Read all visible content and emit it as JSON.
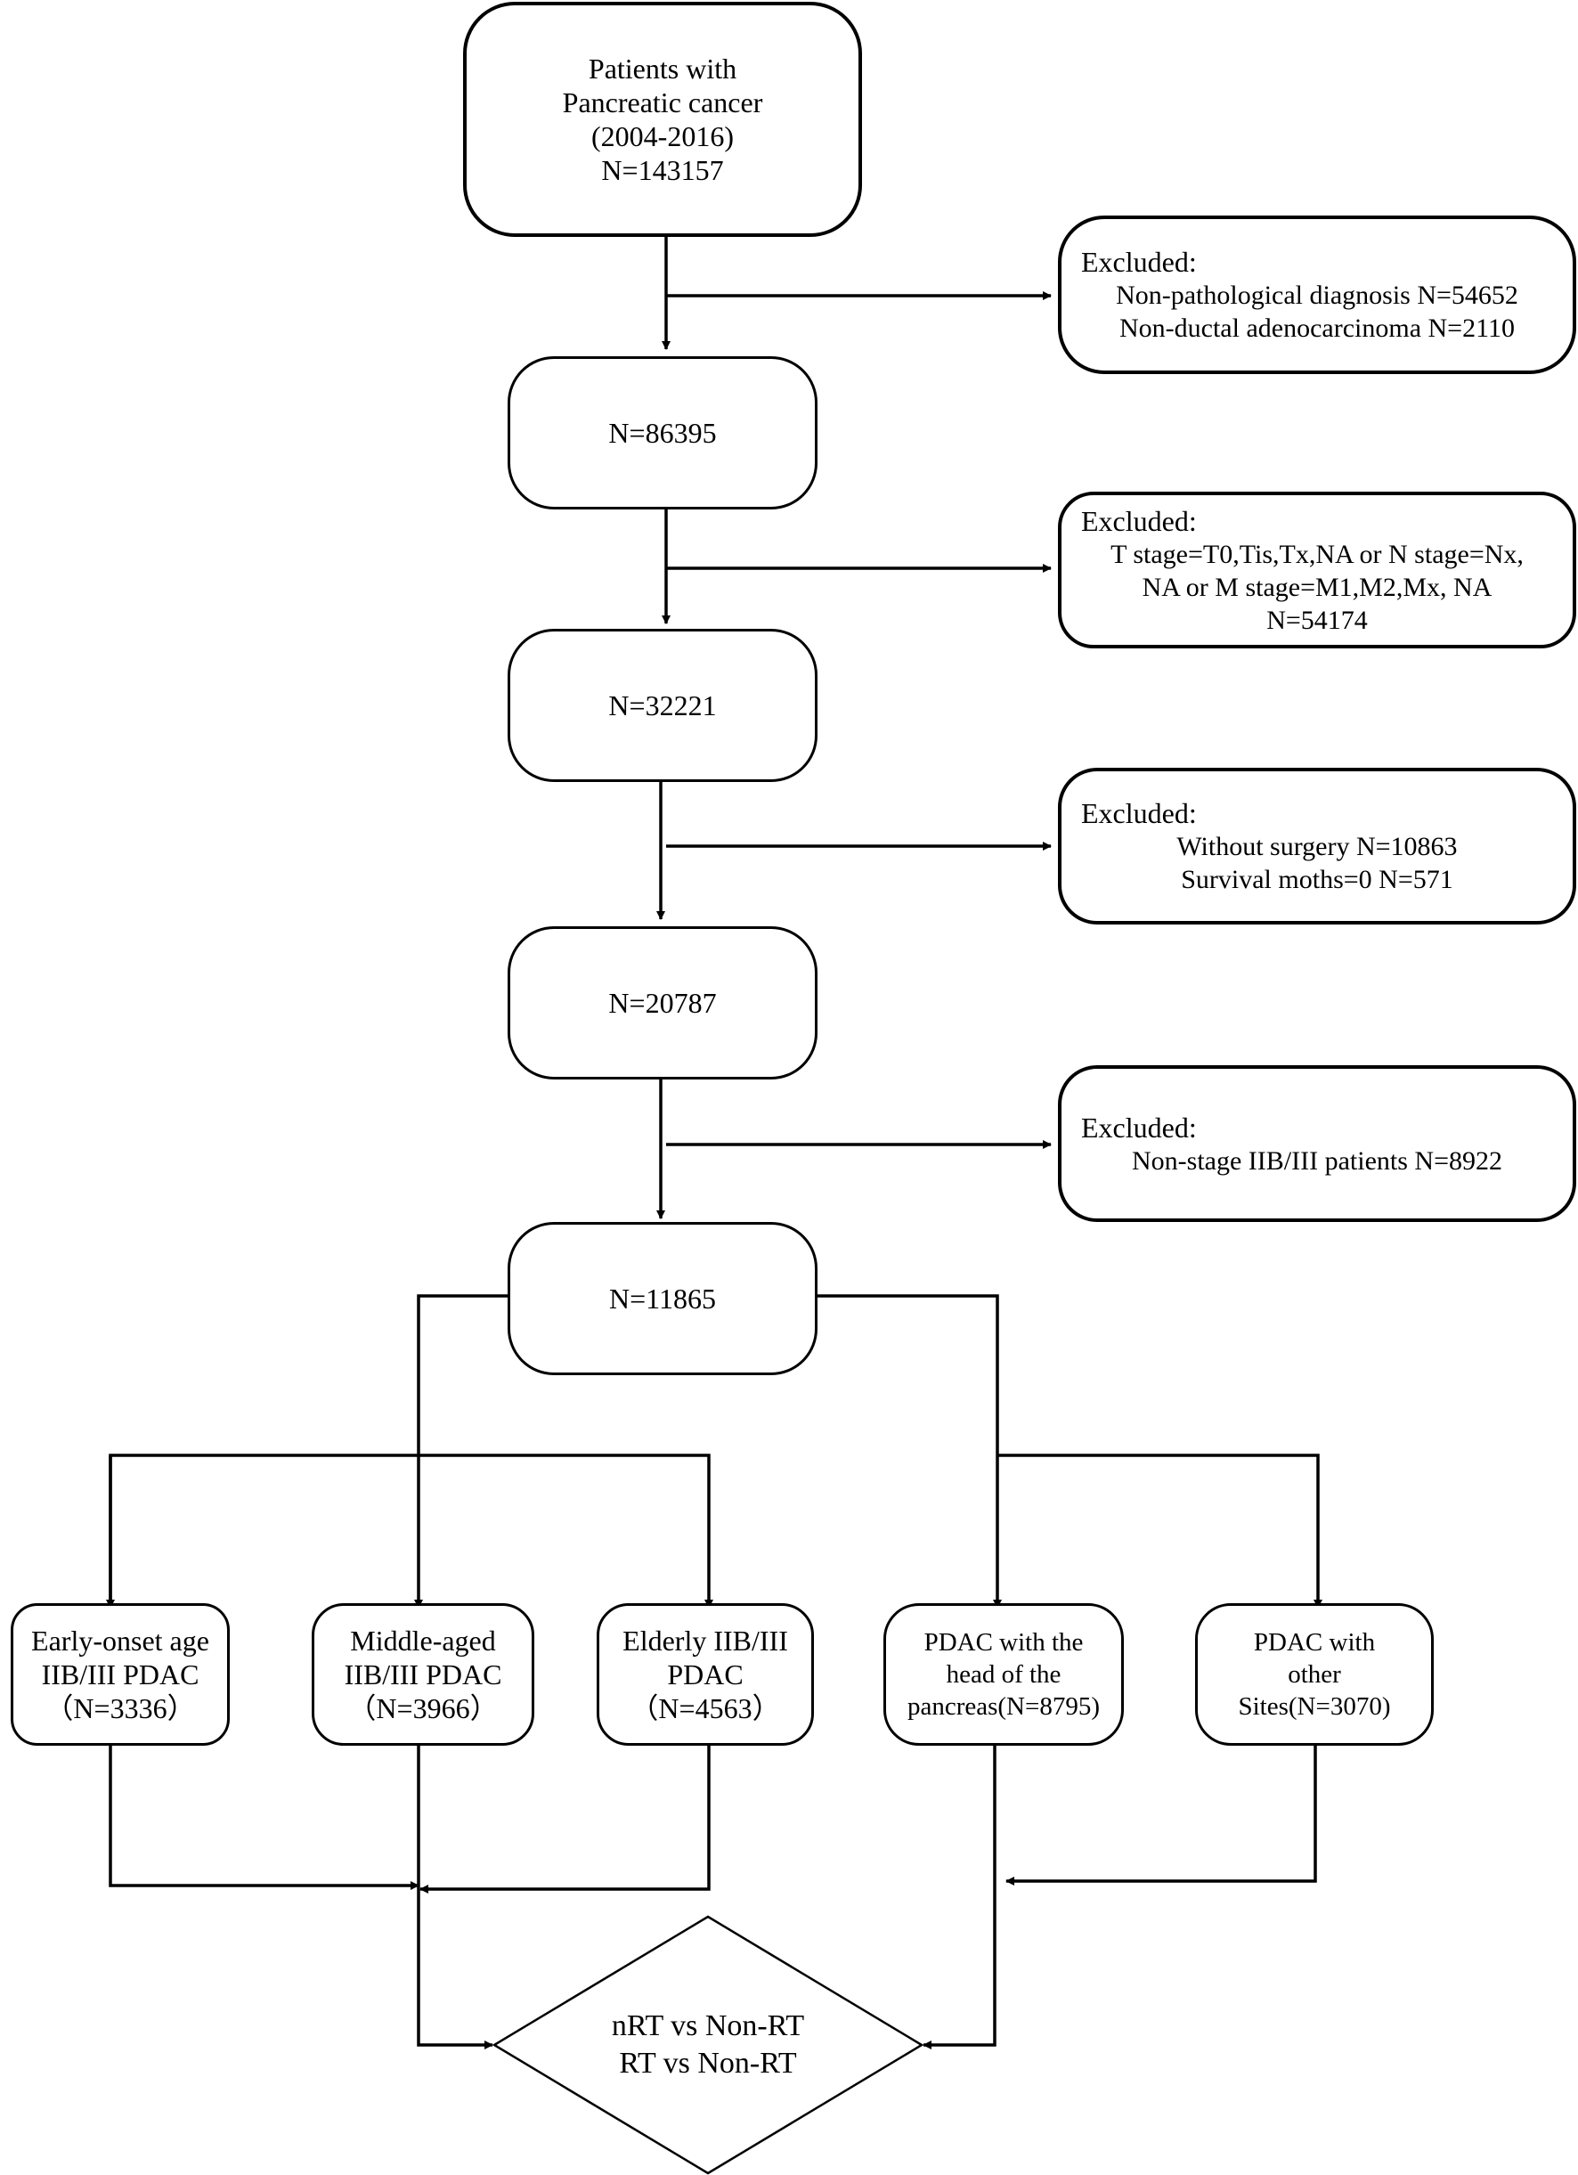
{
  "flow": {
    "start": [
      "Patients with",
      "Pancreatic cancer",
      "(2004-2016)",
      "N=143157"
    ],
    "step1": "N=86395",
    "step2": "N=32221",
    "step3": "N=20787",
    "step4": "N=11865",
    "excluded1": {
      "heading": "Excluded:",
      "lines": [
        "Non-pathological diagnosis N=54652",
        "Non-ductal adenocarcinoma N=2110"
      ]
    },
    "excluded2": {
      "heading": "Excluded:",
      "lines": [
        "T stage=T0,Tis,Tx,NA or N stage=Nx,",
        "NA or M stage=M1,M2,Mx, NA",
        "N=54174"
      ]
    },
    "excluded3": {
      "heading": "Excluded:",
      "lines": [
        "Without surgery N=10863",
        "Survival moths=0 N=571"
      ]
    },
    "excluded4": {
      "heading": "Excluded:",
      "lines": [
        "Non-stage IIB/III patients N=8922"
      ]
    },
    "groups": {
      "early": [
        "Early-onset age",
        "IIB/III PDAC",
        "（N=3336）"
      ],
      "middle": [
        "Middle-aged",
        "IIB/III PDAC",
        "（N=3966）"
      ],
      "elderly": [
        "Elderly IIB/III",
        "PDAC",
        "（N=4563）"
      ],
      "head": [
        "PDAC with the",
        "head of the",
        "pancreas(N=8795)"
      ],
      "other": [
        "PDAC with",
        "other",
        "Sites(N=3070)"
      ]
    },
    "comparison": [
      "nRT vs Non-RT",
      "RT vs Non-RT"
    ]
  }
}
